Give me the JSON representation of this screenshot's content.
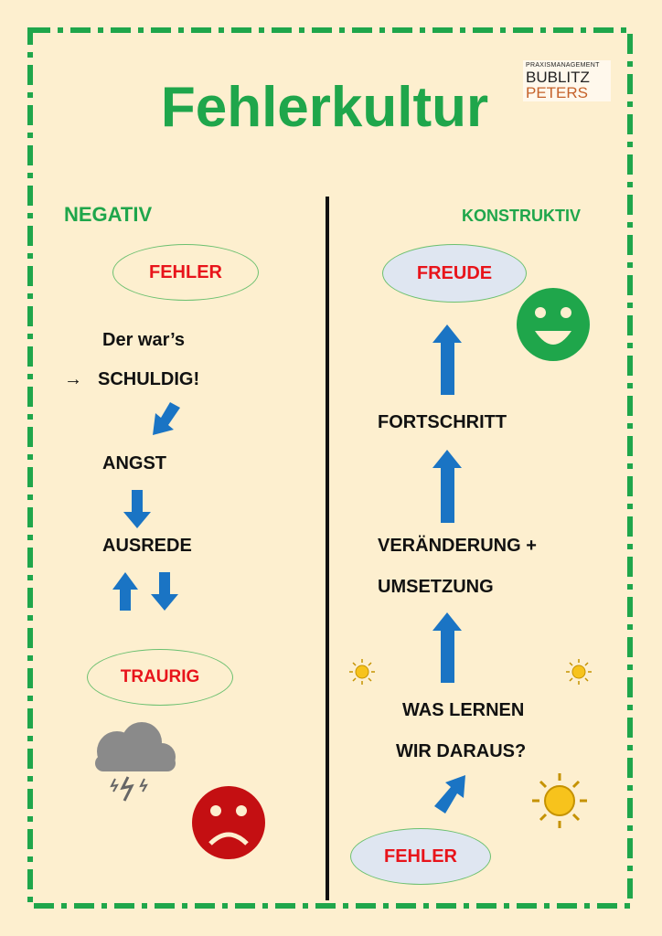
{
  "title": "Fehlerkultur",
  "logo": {
    "small": "PRAXISMANAGEMENT",
    "line1": "BUBLITZ",
    "line2": "PETERS"
  },
  "left": {
    "heading": "NEGATIV",
    "start": "FEHLER",
    "line1": "Der war’s",
    "line2_arrow": "→",
    "line2": "SCHULDIG!",
    "step1": "ANGST",
    "step2": "AUSREDE",
    "end": "TRAURIG"
  },
  "right": {
    "heading": "KONSTRUKTIV",
    "start": "FEHLER",
    "step1a": "WAS LERNEN",
    "step1b": "WIR DARAUS?",
    "step2a": "VERÄNDERUNG +",
    "step2b": "UMSETZUNG",
    "step3": "FORTSCHRITT",
    "end": "FREUDE"
  },
  "colors": {
    "green": "#1fa64b",
    "red": "#e8141b",
    "blue": "#1a74c4",
    "background": "#fdefcf"
  }
}
